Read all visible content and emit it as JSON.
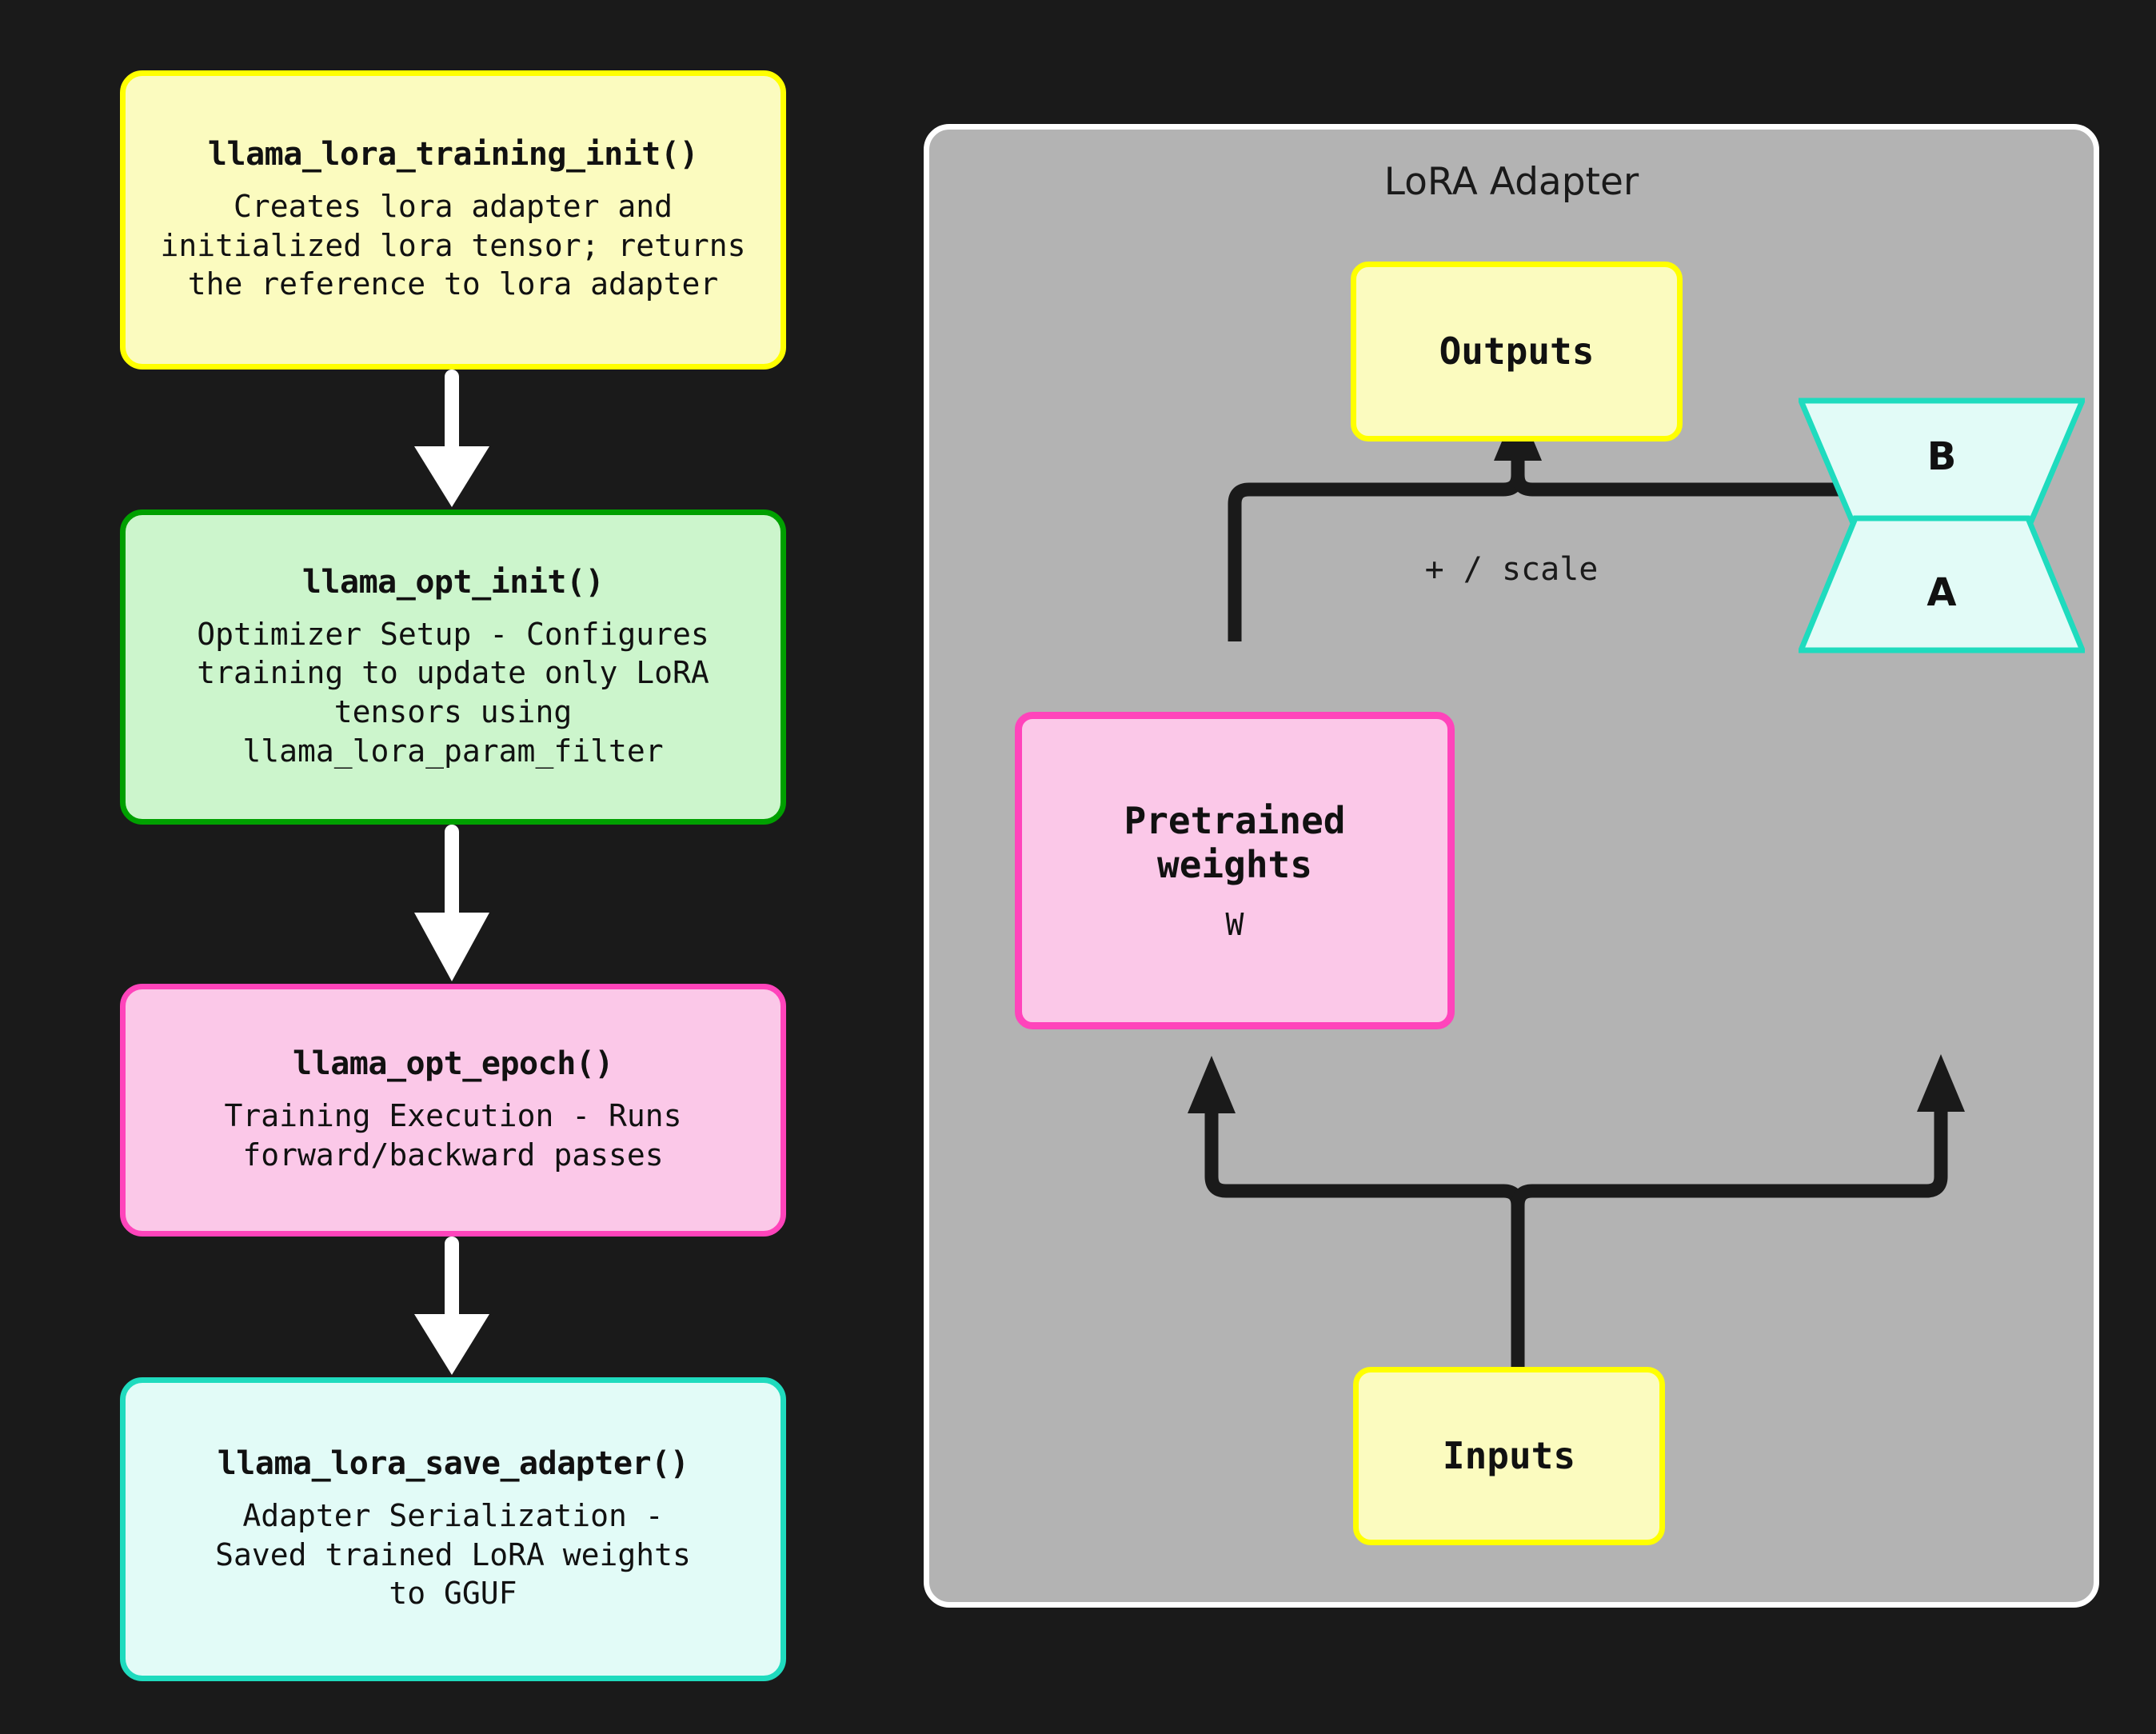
{
  "background_color": "#1a1a1a",
  "flow": {
    "nodes": [
      {
        "id": "llama_lora_training_init",
        "title": "llama_lora_training_init()",
        "description": "Creates lora adapter and\ninitialized lora tensor; returns\nthe reference to lora adapter",
        "fill": "#FBFBBF",
        "border": "#FFFF00"
      },
      {
        "id": "llama_opt_init",
        "title": "llama_opt_init()",
        "description": "Optimizer Setup - Configures\ntraining to update only LoRA\ntensors using\nllama_lora_param_filter",
        "fill": "#CCF5CC",
        "border": "#00A000"
      },
      {
        "id": "llama_opt_epoch",
        "title": "llama_opt_epoch()",
        "description": "Training Execution - Runs\nforward/backward passes",
        "fill": "#FBC8E8",
        "border": "#FF44BB"
      },
      {
        "id": "llama_lora_save_adapter",
        "title": "llama_lora_save_adapter()",
        "description": "Adapter Serialization -\nSaved trained LoRA weights\nto GGUF",
        "fill": "#E2FBF7",
        "border": "#1FDBBE"
      }
    ],
    "connector_color": "#FFFFFF"
  },
  "lora_panel": {
    "title": "LoRA Adapter",
    "panel_fill": "#B3B3B3",
    "panel_border": "#FFFFFF",
    "outputs": {
      "label": "Outputs",
      "fill": "#FBFBBF",
      "border": "#FFFF00"
    },
    "inputs": {
      "label": "Inputs",
      "fill": "#FBFBBF",
      "border": "#FFFF00"
    },
    "pretrained": {
      "label": "Pretrained\nweights",
      "symbol": "W",
      "fill": "#FBC8E8",
      "border": "#FF44BB"
    },
    "matrix_b": {
      "label": "B",
      "fill": "#E2FBF7",
      "border": "#1FDBBE"
    },
    "matrix_a": {
      "label": "A",
      "fill": "#E2FBF7",
      "border": "#1FDBBE"
    },
    "merge_label": "+ / scale",
    "wire_color": "#1a1a1a"
  }
}
